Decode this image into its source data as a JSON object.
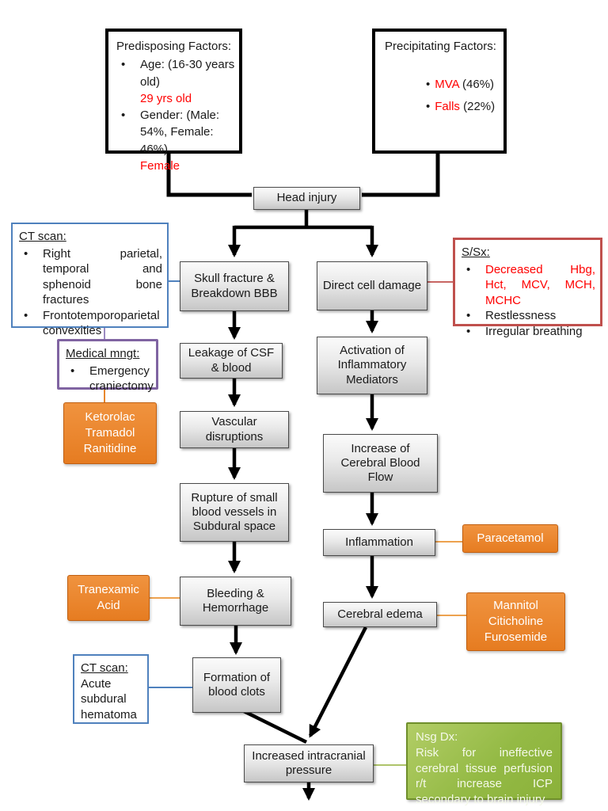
{
  "predisposing": {
    "title": "Predisposing Factors:",
    "age_label": "Age: (16-30 years old)",
    "age_value": "29  yrs old",
    "gender_label": "Gender: (Male: 54%, Female: 46%)",
    "gender_value": "Female"
  },
  "precipitating": {
    "title": "Precipitating Factors:",
    "items": [
      {
        "name": "MVA",
        "detail": "(46%)"
      },
      {
        "name": "Falls",
        "detail": "(22%)"
      }
    ]
  },
  "flow": {
    "head_injury": "Head injury",
    "skull_fracture": "Skull fracture & Breakdown BBB",
    "direct_cell": "Direct cell damage",
    "leakage": "Leakage of CSF & blood",
    "activation": "Activation of Inflammatory Mediators",
    "vascular": "Vascular disruptions",
    "increase_cbf": "Increase of Cerebral Blood Flow",
    "rupture": "Rupture of small blood vessels in Subdural space",
    "inflammation": "Inflammation",
    "bleeding": "Bleeding & Hemorrhage",
    "cerebral_edema": "Cerebral edema",
    "formation": "Formation of blood clots",
    "icp": "Increased intracranial pressure"
  },
  "ct_scan_head": {
    "title": "CT scan:",
    "bullet_1": "Right parietal, temporal and sphenoid bone fractures",
    "bullet_2": "Frontotemporoparietal convexities"
  },
  "s_sx": {
    "title": "S/Sx:",
    "bullet_red": "Decreased Hbg, Hct, MCV, MCH, MCHC",
    "bullet_2": "Restlessness",
    "bullet_3": "Irregular breathing"
  },
  "medical_mngt": {
    "title": "Medical mngt:",
    "bullet": "Emergency craniectomy"
  },
  "ct_scan_result": {
    "title": "CT scan:",
    "body": "Acute subdural hematoma"
  },
  "nsg_dx": {
    "title": "Nsg Dx:",
    "body": "Risk for ineffective cerebral tissue perfusion r/t increase ICP secondary to brain injury"
  },
  "medications": {
    "post_craniectomy": "Ketorolac\nTramadol\nRanitidine",
    "bleeding": "Tranexamic\nAcid",
    "inflammation": "Paracetamol",
    "edema": "Mannitol\nCiticholine\nFurosemide"
  },
  "colors": {
    "accent_orange": "#E8822C",
    "accent_green": "#94BA45",
    "accent_blue": "#4F81BD",
    "accent_purple": "#8064A2",
    "accent_red": "#C0504D",
    "highlight_red_text": "#FF0000"
  }
}
